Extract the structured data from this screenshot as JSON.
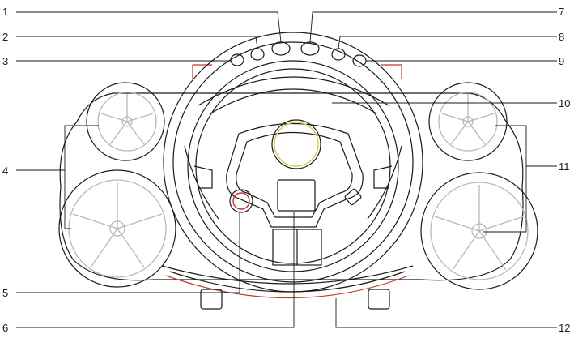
{
  "callouts": [
    {
      "id": "1",
      "label": "1"
    },
    {
      "id": "2",
      "label": "2"
    },
    {
      "id": "3",
      "label": "3"
    },
    {
      "id": "4",
      "label": "4"
    },
    {
      "id": "5",
      "label": "5"
    },
    {
      "id": "6",
      "label": "6"
    },
    {
      "id": "7",
      "label": "7"
    },
    {
      "id": "8",
      "label": "8"
    },
    {
      "id": "9",
      "label": "9"
    },
    {
      "id": "10",
      "label": "10"
    },
    {
      "id": "11",
      "label": "11"
    },
    {
      "id": "12",
      "label": "12"
    }
  ],
  "colors": {
    "line": "#1a1a1a",
    "wheel_gray": "#b8b8b8",
    "accent_red": "#c0392b",
    "accent_yellow": "#d9c94a"
  }
}
